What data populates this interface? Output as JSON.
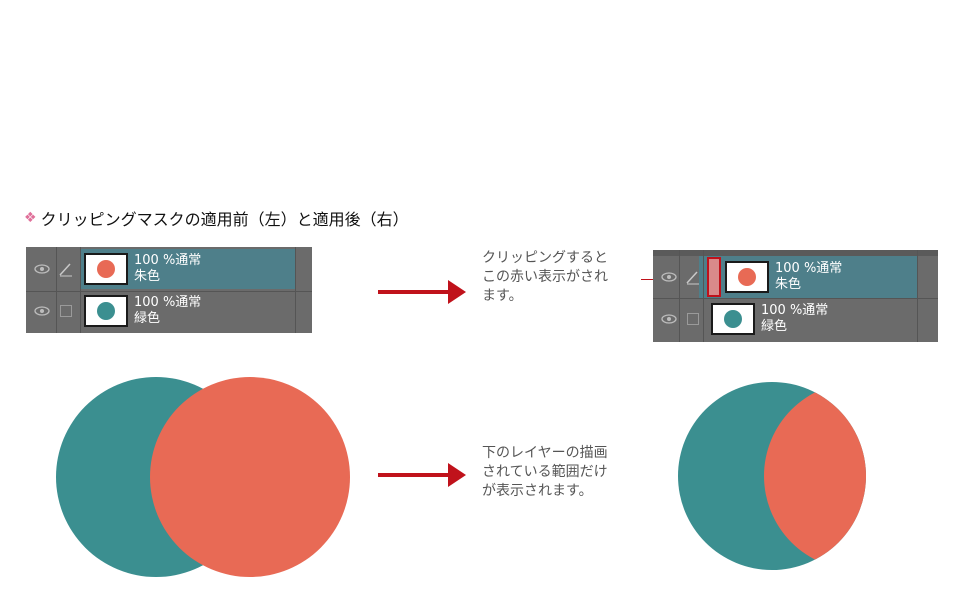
{
  "title": {
    "diamond": "❖",
    "text": "クリッピングマスクの適用前（左）と適用後（右）"
  },
  "left_panel": {
    "layers": [
      {
        "opacity_mode": "100 %通常",
        "name": "朱色",
        "thumb_color": "#e86a55",
        "selected": true
      },
      {
        "opacity_mode": "100 %通常",
        "name": "緑色",
        "thumb_color": "#3b8f90",
        "selected": false
      }
    ]
  },
  "right_panel": {
    "layers": [
      {
        "opacity_mode": "100 %通常",
        "name": "朱色",
        "thumb_color": "#e86a55",
        "selected": true,
        "clipped": true
      },
      {
        "opacity_mode": "100 %通常",
        "name": "緑色",
        "thumb_color": "#3b8f90",
        "selected": false,
        "clipped": false
      }
    ]
  },
  "notes": {
    "clip_lines": [
      "クリッピングすると",
      "この赤い表示がされ",
      "ます。"
    ],
    "result_lines": [
      "下のレイヤーの描画",
      "されている範囲だけ",
      "が表示されます。"
    ]
  },
  "colors": {
    "teal": "#3b8f90",
    "vermilion": "#e86a55",
    "arrow_red": "#c0121b",
    "selected_layer": "#4e7f8a",
    "panel_bg": "#6b6b6b"
  },
  "icons": {
    "visibility": "eye-icon",
    "edit": "pencil-icon",
    "bullet": "diamond-icon",
    "arrow": "right-arrow-icon"
  }
}
